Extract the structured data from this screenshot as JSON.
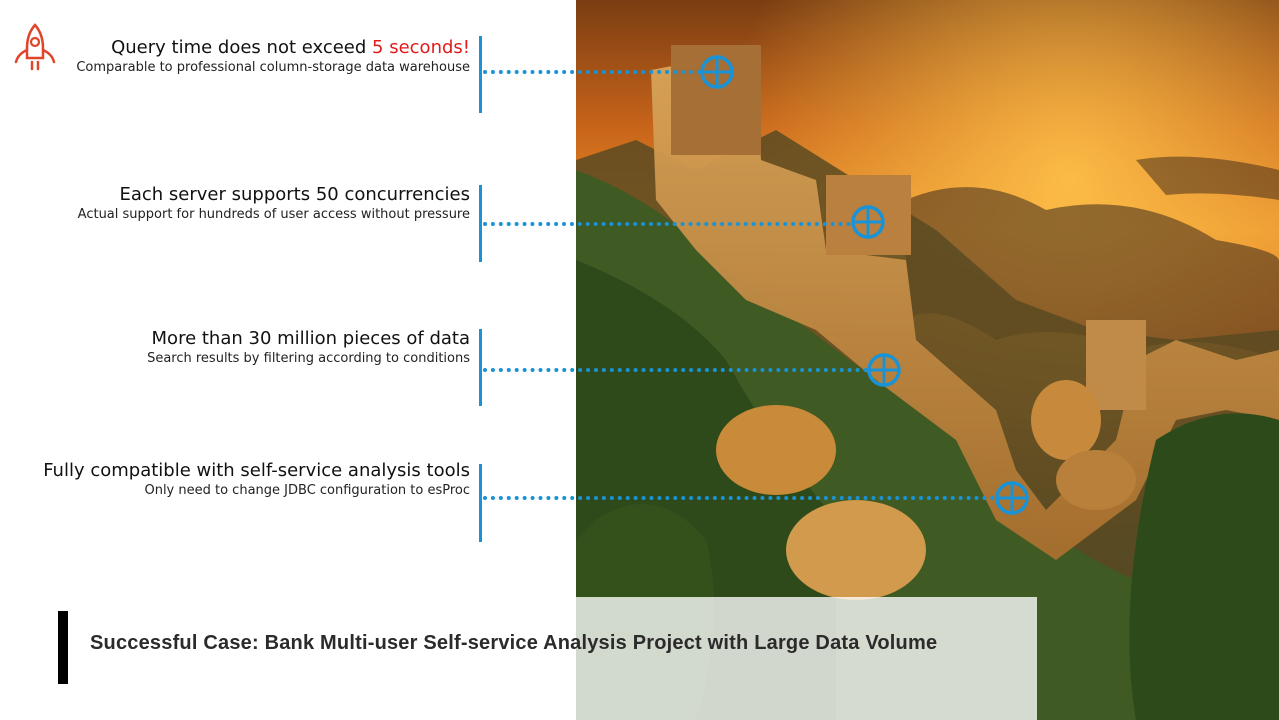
{
  "colors": {
    "accent": "#1a93d6",
    "highlight": "#e01b1b",
    "logo": "#e0452a"
  },
  "items": [
    {
      "title": "Query time does not exceed ",
      "highlight": "5 seconds!",
      "subtitle": "Comparable to professional column-storage data warehouse"
    },
    {
      "title": "Each server supports 50 concurrencies",
      "subtitle": "Actual support for hundreds of user access without pressure"
    },
    {
      "title": "More than 30 million pieces of data",
      "subtitle": "Search results  by filtering according to conditions"
    },
    {
      "title": "Fully compatible with  self-service analysis tools",
      "subtitle": "Only need to change JDBC configuration to esProc"
    }
  ],
  "caption": "Successful Case: Bank Multi-user Self-service Analysis Project with Large Data Volume",
  "icons": {
    "logo": "rocket-icon",
    "marker": "crosshair-target-icon"
  }
}
